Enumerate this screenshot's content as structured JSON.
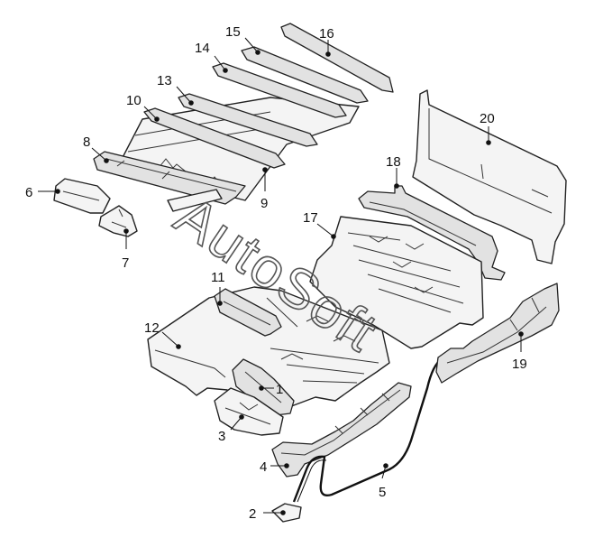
{
  "watermark": "AutoSoft",
  "callouts": [
    {
      "id": "p1",
      "label": "1"
    },
    {
      "id": "p2",
      "label": "2"
    },
    {
      "id": "p3",
      "label": "3"
    },
    {
      "id": "p4",
      "label": "4"
    },
    {
      "id": "p5",
      "label": "5"
    },
    {
      "id": "p6",
      "label": "6"
    },
    {
      "id": "p7",
      "label": "7"
    },
    {
      "id": "p8",
      "label": "8"
    },
    {
      "id": "p9",
      "label": "9"
    },
    {
      "id": "p10",
      "label": "10"
    },
    {
      "id": "p11",
      "label": "11"
    },
    {
      "id": "p12",
      "label": "12"
    },
    {
      "id": "p13",
      "label": "13"
    },
    {
      "id": "p14",
      "label": "14"
    },
    {
      "id": "p15",
      "label": "15"
    },
    {
      "id": "p16",
      "label": "16"
    },
    {
      "id": "p17",
      "label": "17"
    },
    {
      "id": "p18",
      "label": "18"
    },
    {
      "id": "p19",
      "label": "19"
    },
    {
      "id": "p20",
      "label": "20"
    }
  ]
}
